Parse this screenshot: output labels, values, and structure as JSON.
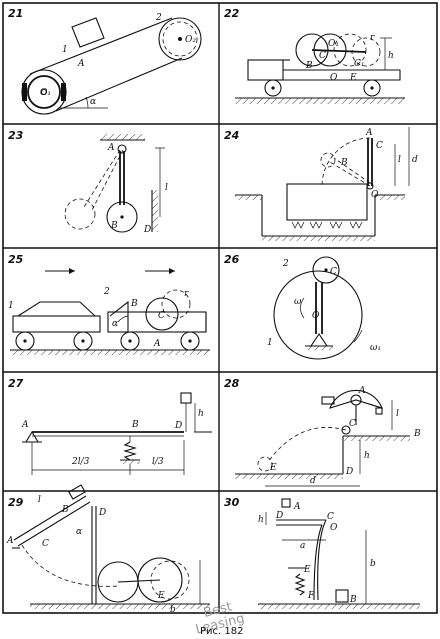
{
  "caption": "Рис. 182",
  "watermark": [
    "Best",
    "Leasing"
  ],
  "panels": [
    {
      "number": "21",
      "labels": {
        "n2": "2",
        "n1": "1",
        "O2": "O₂",
        "A": "A",
        "O1": "O₁",
        "alpha": "α"
      }
    },
    {
      "number": "22",
      "labels": {
        "O1": "O₁",
        "C": "C",
        "B": "B",
        "O": "O",
        "E": "E",
        "C1": "C₁",
        "r": "r",
        "h": "h"
      }
    },
    {
      "number": "23",
      "labels": {
        "A": "A",
        "D": "D",
        "B": "B",
        "l": "l"
      }
    },
    {
      "number": "24",
      "labels": {
        "A": "A",
        "B": "B",
        "C": "C",
        "O": "O",
        "l": "l",
        "d": "d"
      }
    },
    {
      "number": "25",
      "labels": {
        "n1": "1",
        "n2": "2",
        "B": "B",
        "C": "C",
        "A": "A",
        "alpha": "α",
        "r": "r"
      }
    },
    {
      "number": "26",
      "labels": {
        "n2": "2",
        "n1": "1",
        "C": "C",
        "O": "O",
        "w": "ω",
        "w1": "ω₁"
      }
    },
    {
      "number": "27",
      "labels": {
        "A": "A",
        "B": "B",
        "D": "D",
        "h": "h",
        "frac1": "2l/3",
        "frac2": "l/3"
      }
    },
    {
      "number": "28",
      "labels": {
        "A": "A",
        "C": "C",
        "D": "D",
        "E": "E",
        "B": "B",
        "l": "l",
        "h": "h",
        "d": "d"
      }
    },
    {
      "number": "29",
      "labels": {
        "l": "l",
        "B": "B",
        "D": "D",
        "A": "A",
        "C": "C",
        "alpha": "α",
        "E": "E",
        "b": "b"
      }
    },
    {
      "number": "30",
      "labels": {
        "A": "A",
        "D": "D",
        "h": "h",
        "C": "C",
        "O": "O",
        "a": "a",
        "E": "E",
        "F": "F",
        "B": "B",
        "b": "b"
      }
    }
  ]
}
